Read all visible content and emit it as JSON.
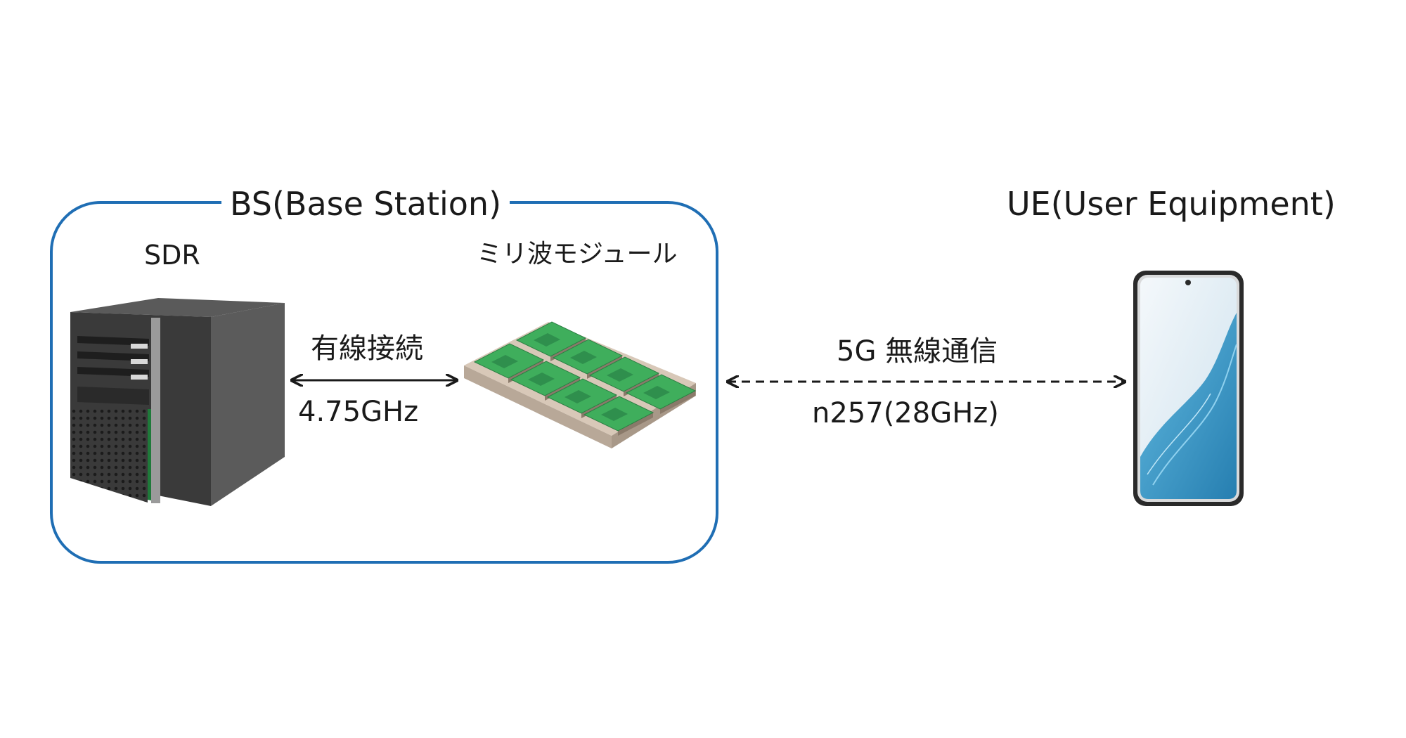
{
  "base_station": {
    "title": "BS(Base Station)",
    "sdr_label": "SDR",
    "module_label": "ミリ波モジュール",
    "wired_label": "有線接続",
    "wired_frequency": "4.75GHz"
  },
  "user_equipment": {
    "title": "UE(User Equipment)"
  },
  "wireless_link": {
    "label": "5G 無線通信",
    "band": "n257(28GHz)"
  },
  "colors": {
    "frame": "#1f6eb4",
    "server_body": "#4a4a4a",
    "server_accent": "#1f7a3a",
    "module_green": "#3fae5c",
    "module_base": "#c9b8a8",
    "phone_screen": "#2b8fbf"
  },
  "icons": {
    "server": "sdr-server-icon",
    "module": "mmwave-module-icon",
    "phone": "smartphone-icon"
  }
}
